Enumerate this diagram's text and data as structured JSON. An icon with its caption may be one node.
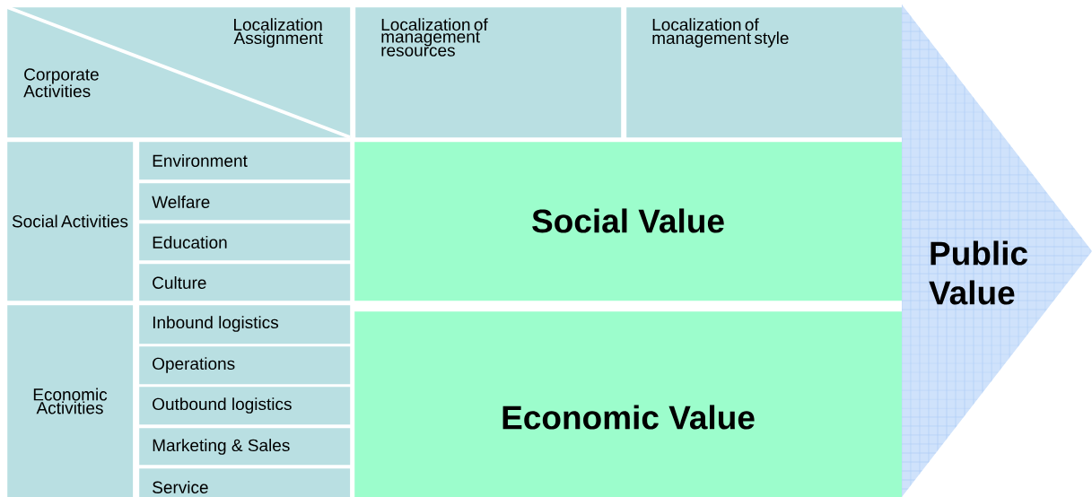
{
  "diagram": {
    "nodes": [
      {
        "text": [
          "Localization Assignment",
          "Corporate Activities"
        ]
      },
      {
        "text": [
          "Localization of management resources"
        ]
      },
      {
        "text": [
          "Localization of management style"
        ]
      },
      {
        "text": [
          "Social Activities"
        ]
      },
      {
        "text": [
          "Environment"
        ]
      },
      {
        "text": [
          "Welfare"
        ]
      },
      {
        "text": [
          "Education"
        ]
      },
      {
        "text": [
          "Culture"
        ]
      },
      {
        "text": [
          "Economic Activities"
        ]
      },
      {
        "text": [
          "Inbound logistics"
        ]
      },
      {
        "text": [
          "Operations"
        ]
      },
      {
        "text": [
          "Outbound logistics"
        ]
      },
      {
        "text": [
          "Marketing & Sales"
        ]
      },
      {
        "text": [
          "Service"
        ]
      },
      {
        "text": [
          "Social Value"
        ]
      },
      {
        "text": [
          "Economic Value"
        ]
      },
      {
        "text": [
          "Public Value"
        ]
      }
    ]
  }
}
